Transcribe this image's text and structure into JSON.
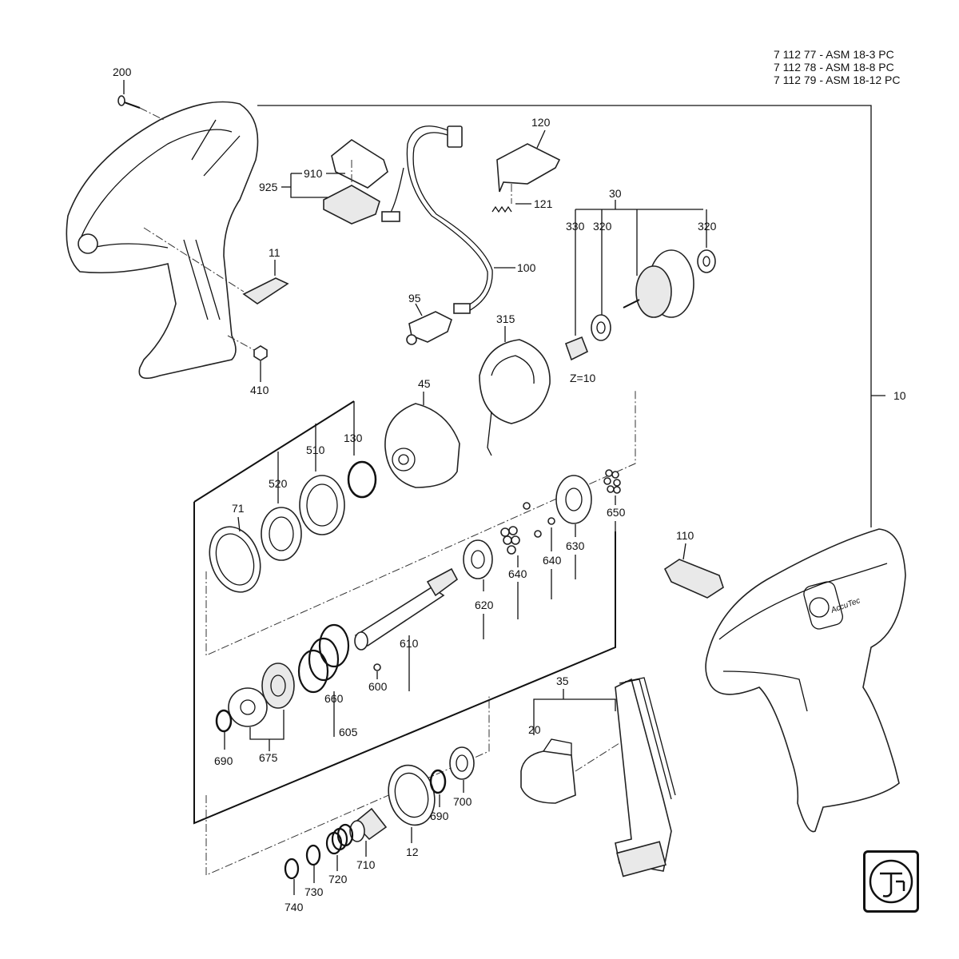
{
  "models": [
    "7 112 77 - ASM 18-3 PC",
    "7 112 78 - ASM 18-8 PC",
    "7 112 79 - ASM 18-12 PC"
  ],
  "labels": {
    "p10": "10",
    "p11": "11",
    "p12": "12",
    "p20": "20",
    "p30": "30",
    "p35": "35",
    "p45": "45",
    "p71": "71",
    "p95": "95",
    "p100": "100",
    "p110": "110",
    "p120": "120",
    "p121": "121",
    "p130": "130",
    "p200": "200",
    "p315": "315",
    "p320a": "320",
    "p320b": "320",
    "p330": "330",
    "p410": "410",
    "p510": "510",
    "p520": "520",
    "p600": "600",
    "p605": "605",
    "p610": "610",
    "p620": "620",
    "p630": "630",
    "p640a": "640",
    "p640b": "640",
    "p650": "650",
    "p660": "660",
    "p675": "675",
    "p690a": "690",
    "p690b": "690",
    "p700": "700",
    "p710": "710",
    "p720": "720",
    "p730": "730",
    "p740": "740",
    "p910": "910",
    "p925": "925",
    "z10": "Z=10"
  },
  "brand": {
    "logo": "fein-logo",
    "housing_text": "AccuTec"
  }
}
